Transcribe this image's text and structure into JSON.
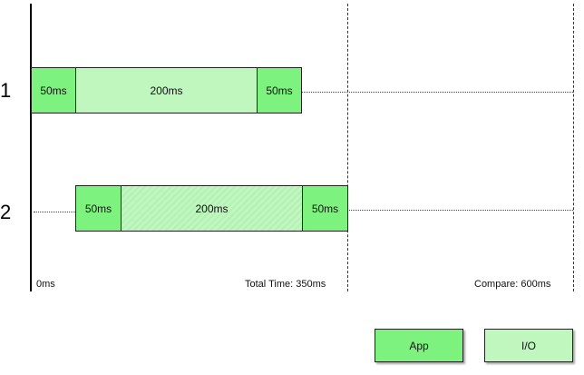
{
  "rows": [
    {
      "label": "1",
      "segments": [
        {
          "type": "app",
          "text": "50ms"
        },
        {
          "type": "io",
          "text": "200ms"
        },
        {
          "type": "app",
          "text": "50ms"
        }
      ]
    },
    {
      "label": "2",
      "segments": [
        {
          "type": "app",
          "text": "50ms"
        },
        {
          "type": "io",
          "text": "200ms"
        },
        {
          "type": "app",
          "text": "50ms"
        }
      ]
    }
  ],
  "timeline": {
    "start_label": "0ms",
    "total_label": "Total Time: 350ms",
    "compare_label": "Compare: 600ms"
  },
  "legend": {
    "app_label": "App",
    "io_label": "I/O"
  },
  "colors": {
    "app": "#7ef27e",
    "io": "#bff7bf"
  }
}
